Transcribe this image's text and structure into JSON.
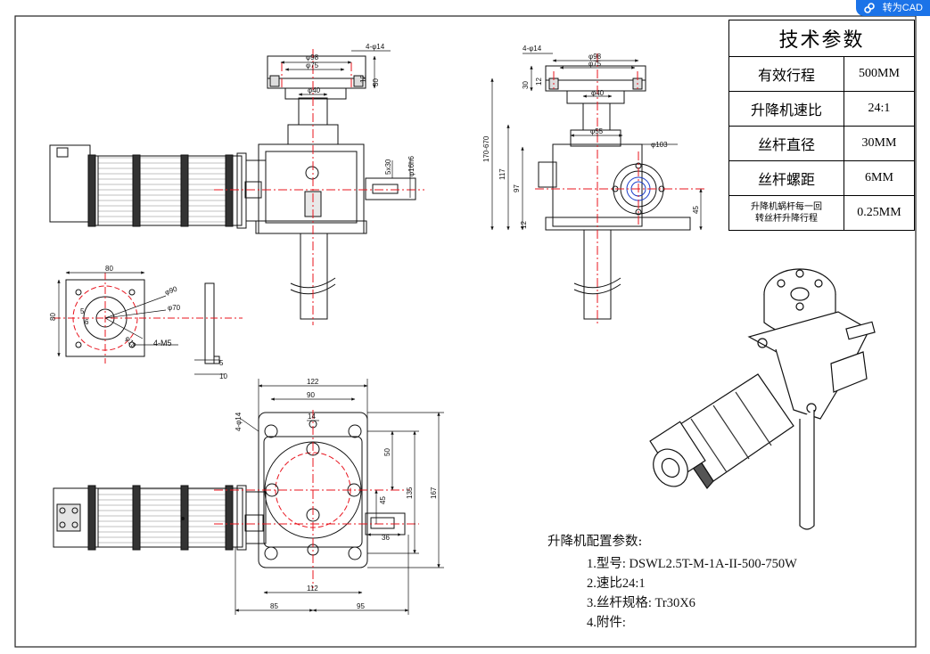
{
  "app": {
    "badge_label": "转为CAD"
  },
  "tech_params": {
    "title": "技术参数",
    "rows": [
      {
        "label": "有效行程",
        "value": "500MM"
      },
      {
        "label": "升降机速比",
        "value": "24:1"
      },
      {
        "label": "丝杆直径",
        "value": "30MM"
      },
      {
        "label": "丝杆螺距",
        "value": "6MM"
      },
      {
        "label_line1": "升降机蜗杆每一回",
        "label_line2": "转丝杆升降行程",
        "value": "0.25MM"
      }
    ]
  },
  "config": {
    "title": "升降机配置参数:",
    "items": [
      "1.型号: DSWL2.5T-M-1A-II-500-750W",
      "2.速比24:1",
      "3.丝杆规格: Tr30X6",
      "4.附件:"
    ]
  },
  "dimensions": {
    "front": {
      "d98": "φ98",
      "d75": "φ75",
      "d40": "φ40",
      "holes": "4-φ14",
      "h30": "30",
      "h12": "12",
      "key": "5x30",
      "shaft": "φ16h6"
    },
    "side": {
      "holes": "4-φ14",
      "d98": "φ98",
      "d75": "φ75",
      "d40": "φ40",
      "h30": "30",
      "h12": "12",
      "d55": "φ55",
      "d103": "φ103",
      "h170": "170-670",
      "h117": "117",
      "h97": "97",
      "h12b": "12",
      "h45": "45"
    },
    "flange": {
      "w80": "80",
      "h80": "80",
      "d90": "φ90",
      "d70": "φ70",
      "d19": "φ19",
      "k5": "5",
      "k6": "6",
      "screws": "4-M5",
      "t5": "5",
      "t10": "10"
    },
    "top": {
      "w122": "122",
      "w90": "90",
      "w14": "14",
      "holes": "4-φ14",
      "h50": "50",
      "h135": "135",
      "h167": "167",
      "h45": "45",
      "w36": "36",
      "w112": "112",
      "w85": "85",
      "w95": "95"
    }
  },
  "colors": {
    "line": "#111111",
    "center": "#e8141e",
    "hole_blue": "#1a3cc8",
    "badge": "#1b73e8"
  }
}
